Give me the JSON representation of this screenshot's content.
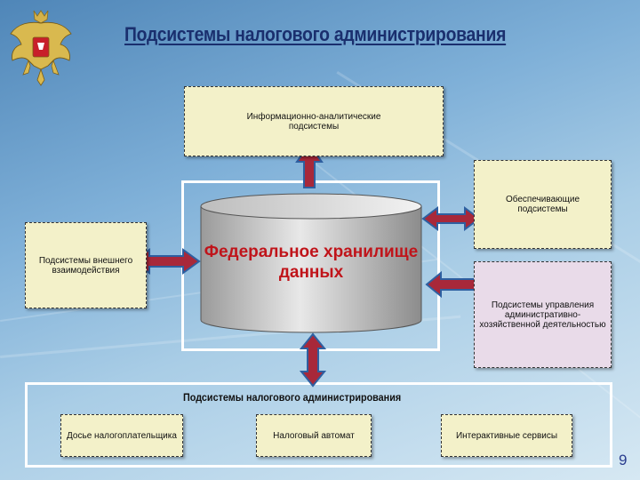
{
  "title": "Подсистемы налогового администрирования",
  "boxes": {
    "info_analytic": "Информационно-аналитические подсистемы",
    "support": "Обеспечивающие подсистемы",
    "external": "Подсистемы внешнего взаимодействия",
    "admin_management": "Подсистемы управления административно-хозяйственной деятельностью"
  },
  "storage": "Федеральное хранилище данных",
  "bottom": {
    "title": "Подсистемы налогового администрирования",
    "items": [
      "Досье налогоплательщика",
      "Налоговый автомат",
      "Интерактивные сервисы"
    ]
  },
  "page_number": "9",
  "icons": {
    "emblem": "coat-of-arms-icon"
  },
  "colors": {
    "title": "#1a2f6e",
    "storage_text": "#c0141a",
    "arrow_fill": "#a8283a",
    "arrow_outline": "#2e5fa0",
    "box_cream": "#f3f1c9",
    "box_pink": "#e9dbe9"
  }
}
